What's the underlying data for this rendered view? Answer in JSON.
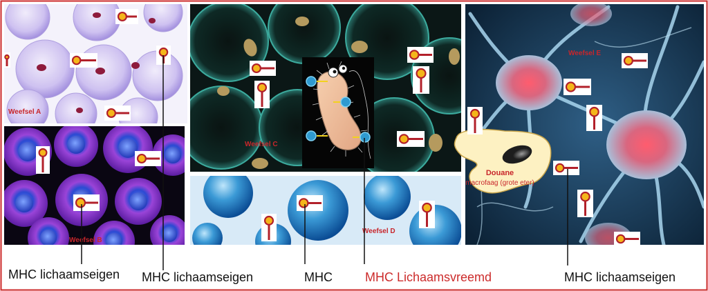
{
  "colors": {
    "frame": "#cc2b2b",
    "mhc_stalk": "#b2202a",
    "mhc_head": "#f4b61a",
    "foreign_label": "#cc2b2b",
    "tissue_label": "#c8262b"
  },
  "tissues": {
    "a": "Weefsel A",
    "b": "Weefsel B",
    "c": "Weefsel C",
    "d": "Weefsel D",
    "e": "Weefsel E"
  },
  "macrophage": {
    "title": "Douane",
    "subtitle": "macrofaag (grote eter)"
  },
  "legend": {
    "self_1": "MHC lichaamseigen",
    "self_2": "MHC lichaamseigen",
    "mhc": "MHC",
    "foreign": "MHC Lichaamsvreemd",
    "self_3": "MHC lichaamseigen"
  }
}
